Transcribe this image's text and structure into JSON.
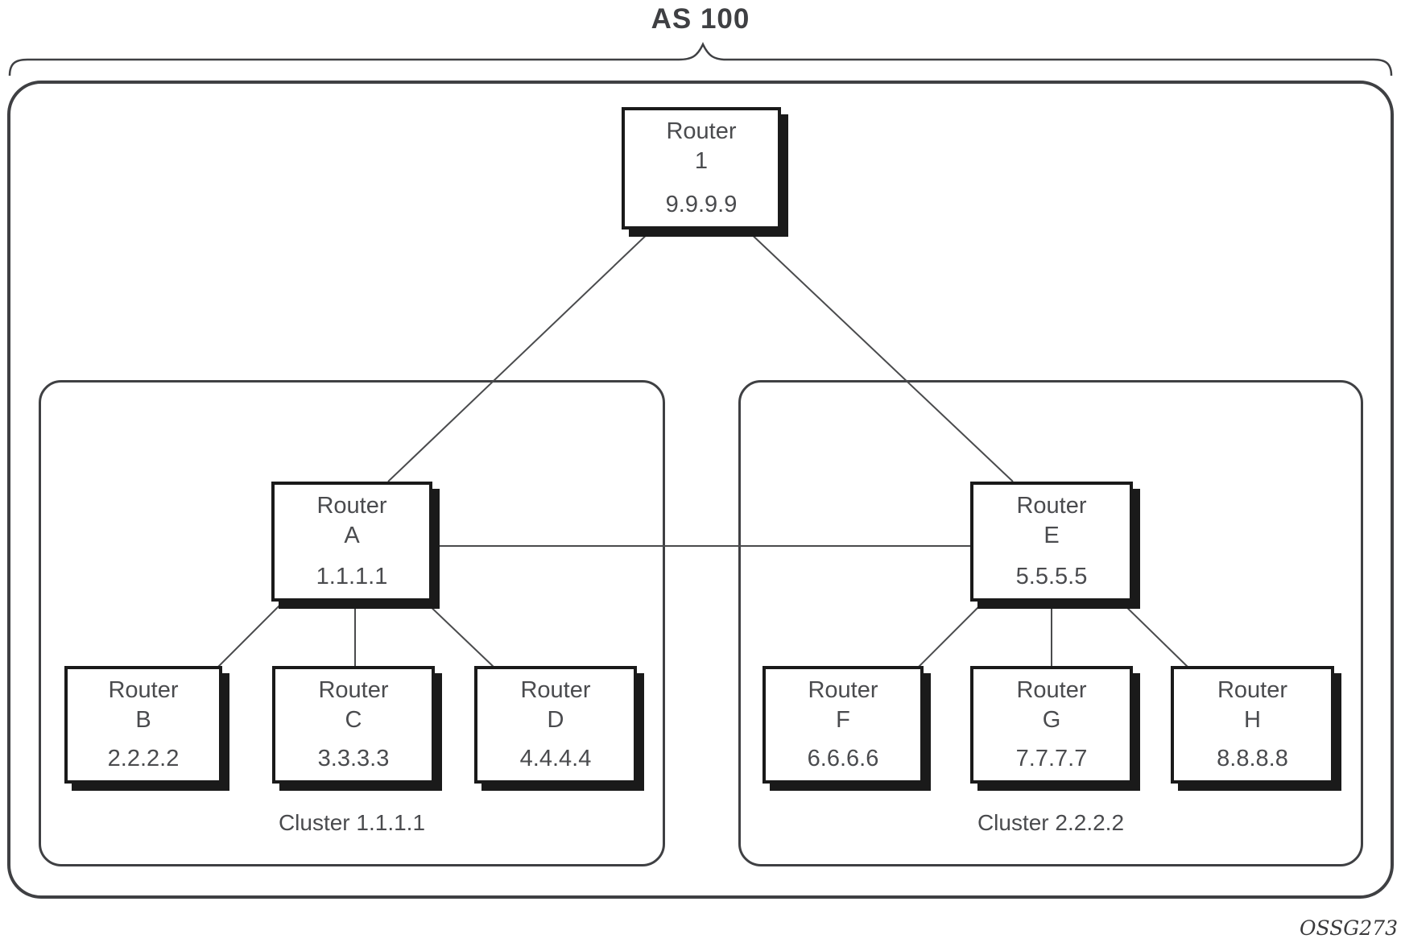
{
  "title": "AS 100",
  "watermark": "OSSG273",
  "colors": {
    "border": "#3f4043",
    "box_border": "#1a1a1a",
    "text": "#4a4b4e",
    "line": "#4a4b4d"
  },
  "clusters": [
    {
      "label": "Cluster 1.1.1.1"
    },
    {
      "label": "Cluster 2.2.2.2"
    }
  ],
  "routers": [
    {
      "name": "Router",
      "letter": "1",
      "ip": "9.9.9.9"
    },
    {
      "name": "Router",
      "letter": "A",
      "ip": "1.1.1.1"
    },
    {
      "name": "Router",
      "letter": "E",
      "ip": "5.5.5.5"
    },
    {
      "name": "Router",
      "letter": "B",
      "ip": "2.2.2.2"
    },
    {
      "name": "Router",
      "letter": "C",
      "ip": "3.3.3.3"
    },
    {
      "name": "Router",
      "letter": "D",
      "ip": "4.4.4.4"
    },
    {
      "name": "Router",
      "letter": "F",
      "ip": "6.6.6.6"
    },
    {
      "name": "Router",
      "letter": "G",
      "ip": "7.7.7.7"
    },
    {
      "name": "Router",
      "letter": "H",
      "ip": "8.8.8.8"
    }
  ]
}
